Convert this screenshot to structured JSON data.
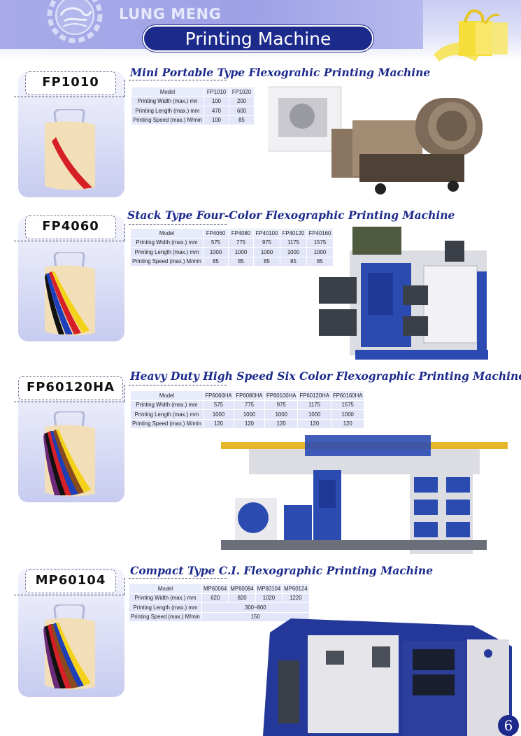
{
  "header": {
    "brand": "LUNG MENG",
    "title": "Printing Machine"
  },
  "sections": [
    {
      "model": "FP1010",
      "title": "Mini Portable Type Flexograhic Printing Machine",
      "table": {
        "header": [
          "Model",
          "FP1010",
          "FP1020"
        ],
        "rows": [
          [
            "Printing Width (max.) mn",
            "100",
            "200"
          ],
          [
            "Printing Length (max.) mm",
            "470",
            "600"
          ],
          [
            "Printing Speed (max.) M/min",
            "100",
            "85"
          ]
        ]
      },
      "bag_stripes": [
        "#d61f26"
      ]
    },
    {
      "model": "FP4060",
      "title": "Stack Type Four-Color Flexographic Printing  Machine",
      "table": {
        "header": [
          "Model",
          "FP4060",
          "FP4080",
          "FP40100",
          "FP40120",
          "FP40160"
        ],
        "rows": [
          [
            "Printing Width (max.) mm",
            "575",
            "775",
            "975",
            "1175",
            "1575"
          ],
          [
            "Printing Length (max.) mm",
            "1000",
            "1000",
            "1000",
            "1000",
            "1000"
          ],
          [
            "Printing Speed (max.) M/min",
            "85",
            "85",
            "85",
            "85",
            "85"
          ]
        ]
      },
      "bag_stripes": [
        "#111111",
        "#1d3fb8",
        "#d61f26",
        "#f4d21a"
      ]
    },
    {
      "model": "FP60120HA",
      "title": "Heavy Duty High Speed Six Color Flexographic Printing Machine",
      "table": {
        "header": [
          "Model",
          "FP6060HA",
          "FP6080HA",
          "FP60100HA",
          "FP60120HA",
          "FP60160HA"
        ],
        "rows": [
          [
            "Printing Width (max.) mm",
            "575",
            "775",
            "975",
            "1175",
            "1575"
          ],
          [
            "Printing Length (max.) mm",
            "1000",
            "1000",
            "1000",
            "1000",
            "1000"
          ],
          [
            "Printing Speed (max.) M/min",
            "120",
            "120",
            "120",
            "120",
            "120"
          ]
        ]
      },
      "bag_stripes": [
        "#6b2a7a",
        "#111111",
        "#d61f26",
        "#1d3fb8",
        "#8a4a20",
        "#f4d21a"
      ]
    },
    {
      "model": "MP60104",
      "title": "Compact Type C.I. Flexographic Printing Machine",
      "table": {
        "header": [
          "Model",
          "MP60064",
          "MP60084",
          "MP60104",
          "MP60124"
        ],
        "rows": [
          [
            "Printing Width (max.) mm",
            "620",
            "820",
            "1020",
            "1220"
          ],
          [
            "Printing Length (max.) mm",
            "300~800"
          ],
          [
            "Printing Speed (max.) M/min",
            "150"
          ]
        ]
      },
      "bag_stripes": [
        "#6b2a7a",
        "#111111",
        "#d61f26",
        "#8a4a20",
        "#1d3fb8",
        "#f4d21a"
      ]
    }
  ],
  "page_number": "6",
  "colors": {
    "brand_blue": "#1c2a8c",
    "header_lilac": "#a8abe8",
    "table_bg": "#e2e6f8",
    "machine_blue": "#2b4bb0"
  }
}
